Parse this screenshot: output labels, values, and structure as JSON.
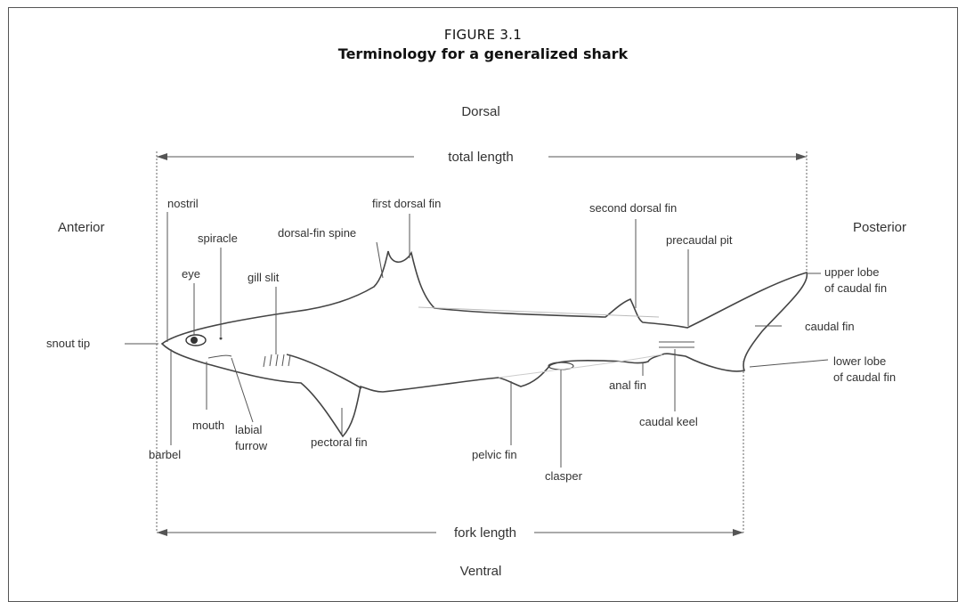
{
  "figure": {
    "label": "FIGURE 3.1",
    "title": "Terminology for a generalized shark"
  },
  "orientation": {
    "dorsal": "Dorsal",
    "ventral": "Ventral",
    "anterior": "Anterior",
    "posterior": "Posterior"
  },
  "measurements": {
    "total_length": "total length",
    "fork_length": "fork length"
  },
  "labels": {
    "nostril": "nostril",
    "spiracle": "spiracle",
    "eye": "eye",
    "gill_slit": "gill slit",
    "dorsal_fin_spine": "dorsal-fin spine",
    "first_dorsal_fin": "first dorsal fin",
    "second_dorsal_fin": "second dorsal fin",
    "precaudal_pit": "precaudal pit",
    "upper_lobe_1": "upper lobe",
    "upper_lobe_2": "of caudal fin",
    "caudal_fin": "caudal fin",
    "lower_lobe_1": "lower lobe",
    "lower_lobe_2": "of caudal fin",
    "snout_tip": "snout tip",
    "mouth": "mouth",
    "labial_1": "labial",
    "labial_2": "furrow",
    "barbel": "barbel",
    "pectoral_fin": "pectoral fin",
    "pelvic_fin": "pelvic fin",
    "clasper": "clasper",
    "anal_fin": "anal fin",
    "caudal_keel": "caudal keel"
  }
}
